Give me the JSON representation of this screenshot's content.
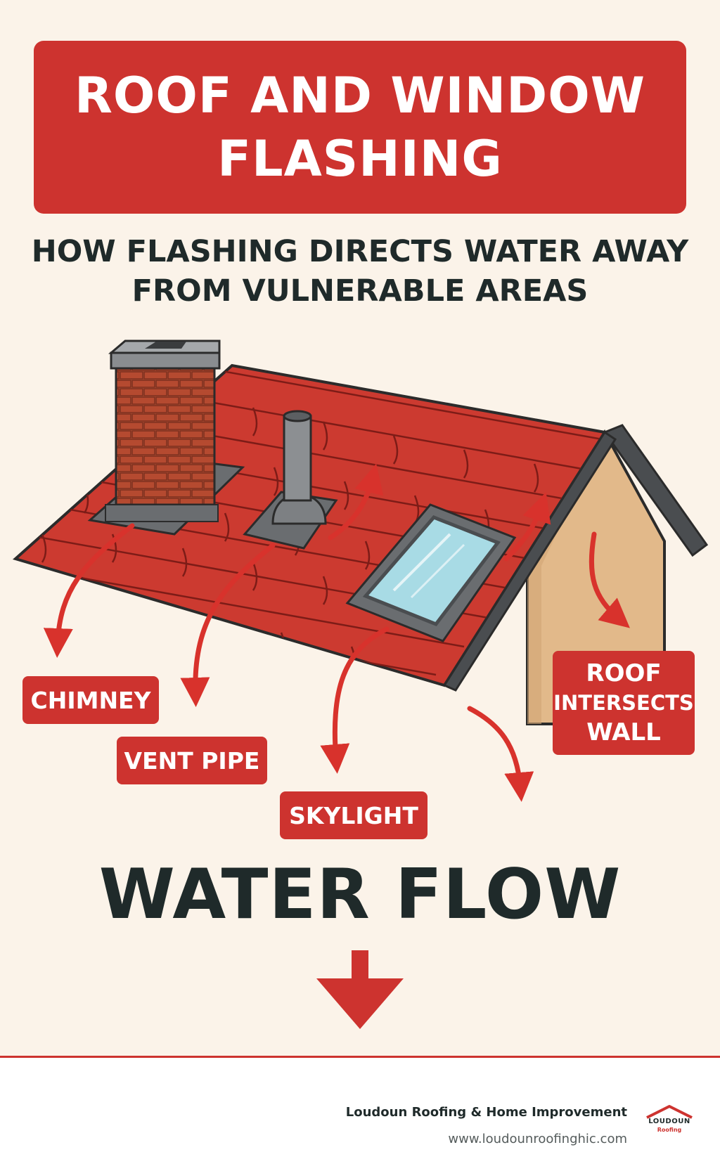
{
  "title": {
    "line1": "ROOF AND WINDOW",
    "line2": "FLASHING"
  },
  "subtitle": {
    "line1": "HOW FLASHING DIRECTS WATER AWAY",
    "line2": "FROM VULNERABLE AREAS"
  },
  "labels": {
    "chimney": "CHIMNEY",
    "vent_pipe": "VENT PIPE",
    "skylight": "SKYLIGHT",
    "roof_wall_line1": "ROOF",
    "roof_wall_line2": "INTERSECTS",
    "roof_wall_line3": "WALL"
  },
  "flow_heading": "WATER FLOW",
  "footer": {
    "company": "Loudoun Roofing & Home Improvement",
    "website": "www.loudounroofinghic.com",
    "logo_name": "LOUDOUN",
    "logo_sub": "Roofing"
  },
  "colors": {
    "accent": "#cd332f",
    "background": "#fbf3e9",
    "roof": "#cc3a30",
    "dark_text": "#1f2a2a"
  }
}
